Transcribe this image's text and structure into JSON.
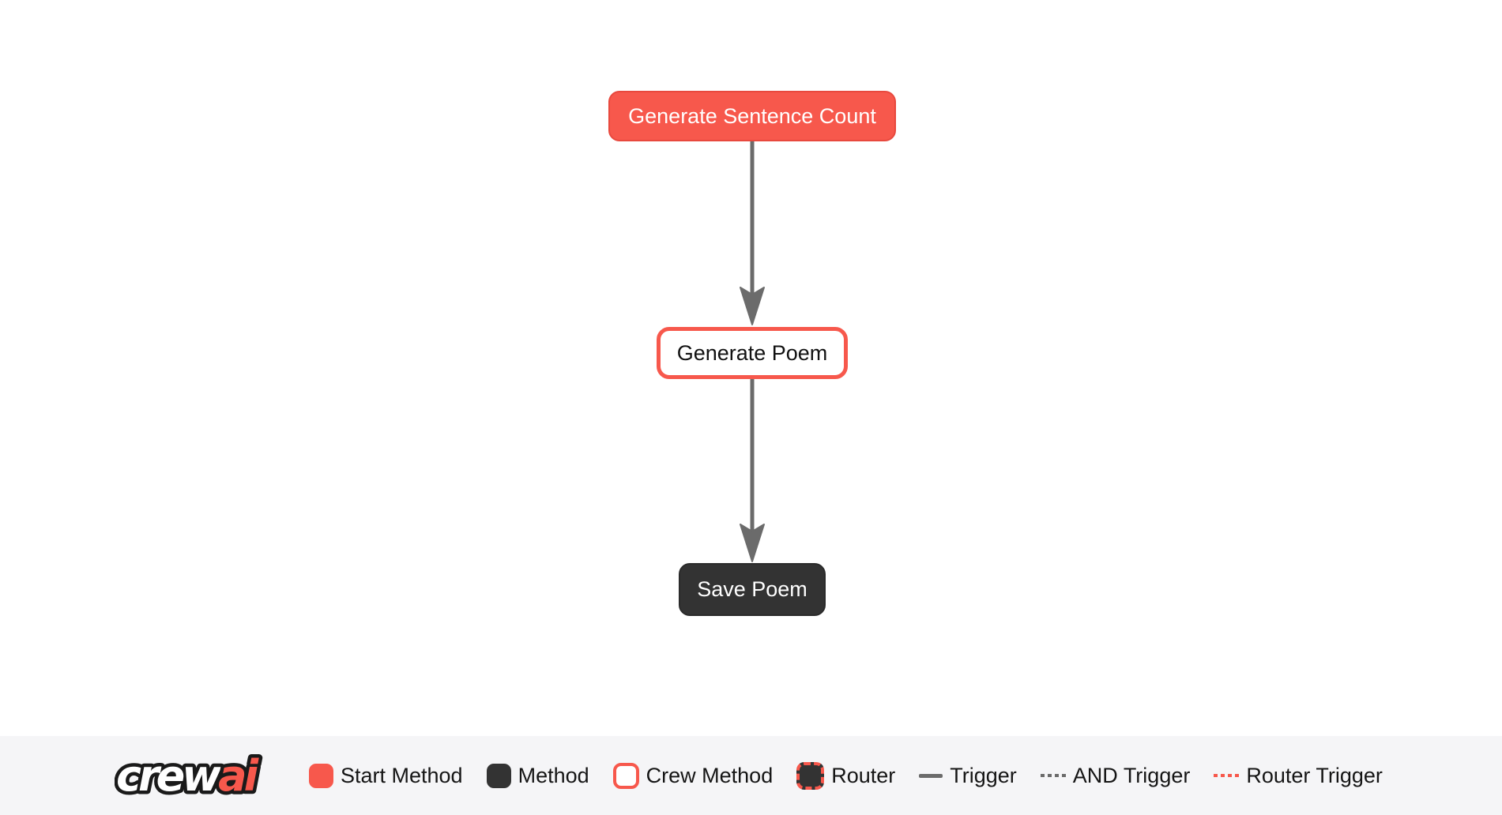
{
  "flow": {
    "nodes": [
      {
        "label": "Generate Sentence Count",
        "type": "start-method"
      },
      {
        "label": "Generate Poem",
        "type": "crew-method"
      },
      {
        "label": "Save Poem",
        "type": "method"
      }
    ],
    "edges": [
      {
        "from": "Generate Sentence Count",
        "to": "Generate Poem",
        "type": "trigger"
      },
      {
        "from": "Generate Poem",
        "to": "Save Poem",
        "type": "trigger"
      }
    ]
  },
  "legend": {
    "logo": {
      "crew": "crew",
      "ai": "ai"
    },
    "items": [
      {
        "label": "Start Method",
        "swatch": "start-method-swatch"
      },
      {
        "label": "Method",
        "swatch": "method-swatch"
      },
      {
        "label": "Crew Method",
        "swatch": "crew-method-swatch"
      },
      {
        "label": "Router",
        "swatch": "router-swatch"
      },
      {
        "label": "Trigger",
        "swatch": "trigger-line-swatch"
      },
      {
        "label": "AND Trigger",
        "swatch": "and-trigger-line-swatch"
      },
      {
        "label": "Router Trigger",
        "swatch": "router-trigger-line-swatch"
      }
    ]
  },
  "colors": {
    "accent_red": "#F7584C",
    "method_dark": "#333333",
    "edge_gray": "#6B6B6B",
    "legend_background": "#F5F5F7",
    "canvas_background": "#FFFFFF",
    "node_text_light": "#FFFFFF",
    "node_text_dark": "#111111"
  }
}
